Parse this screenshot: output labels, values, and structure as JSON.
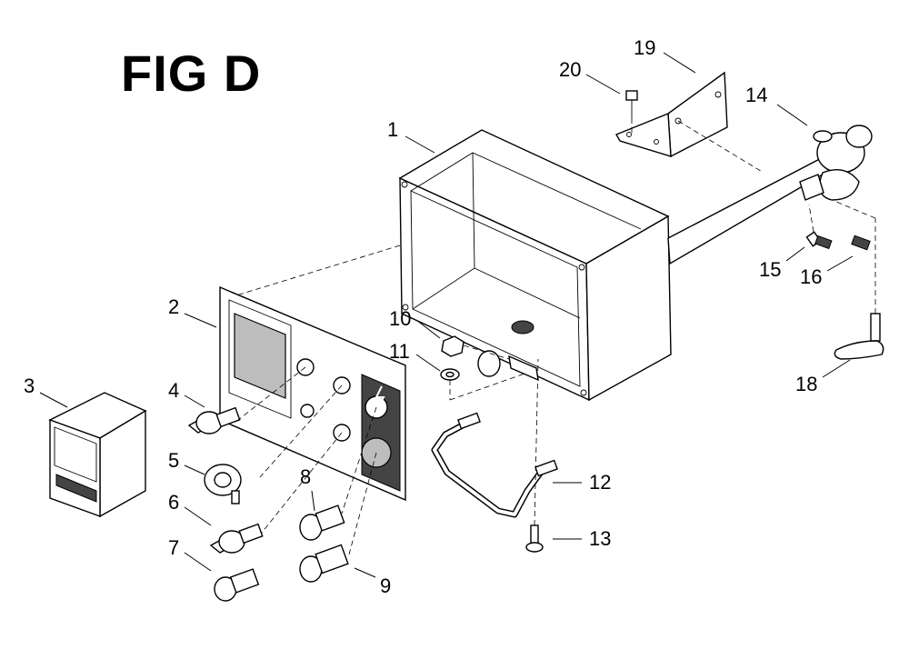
{
  "title": "FIG D",
  "callouts": [
    "1",
    "2",
    "3",
    "4",
    "5",
    "6",
    "7",
    "8",
    "9",
    "10",
    "11",
    "12",
    "13",
    "14",
    "15",
    "16",
    "18",
    "19",
    "20"
  ]
}
